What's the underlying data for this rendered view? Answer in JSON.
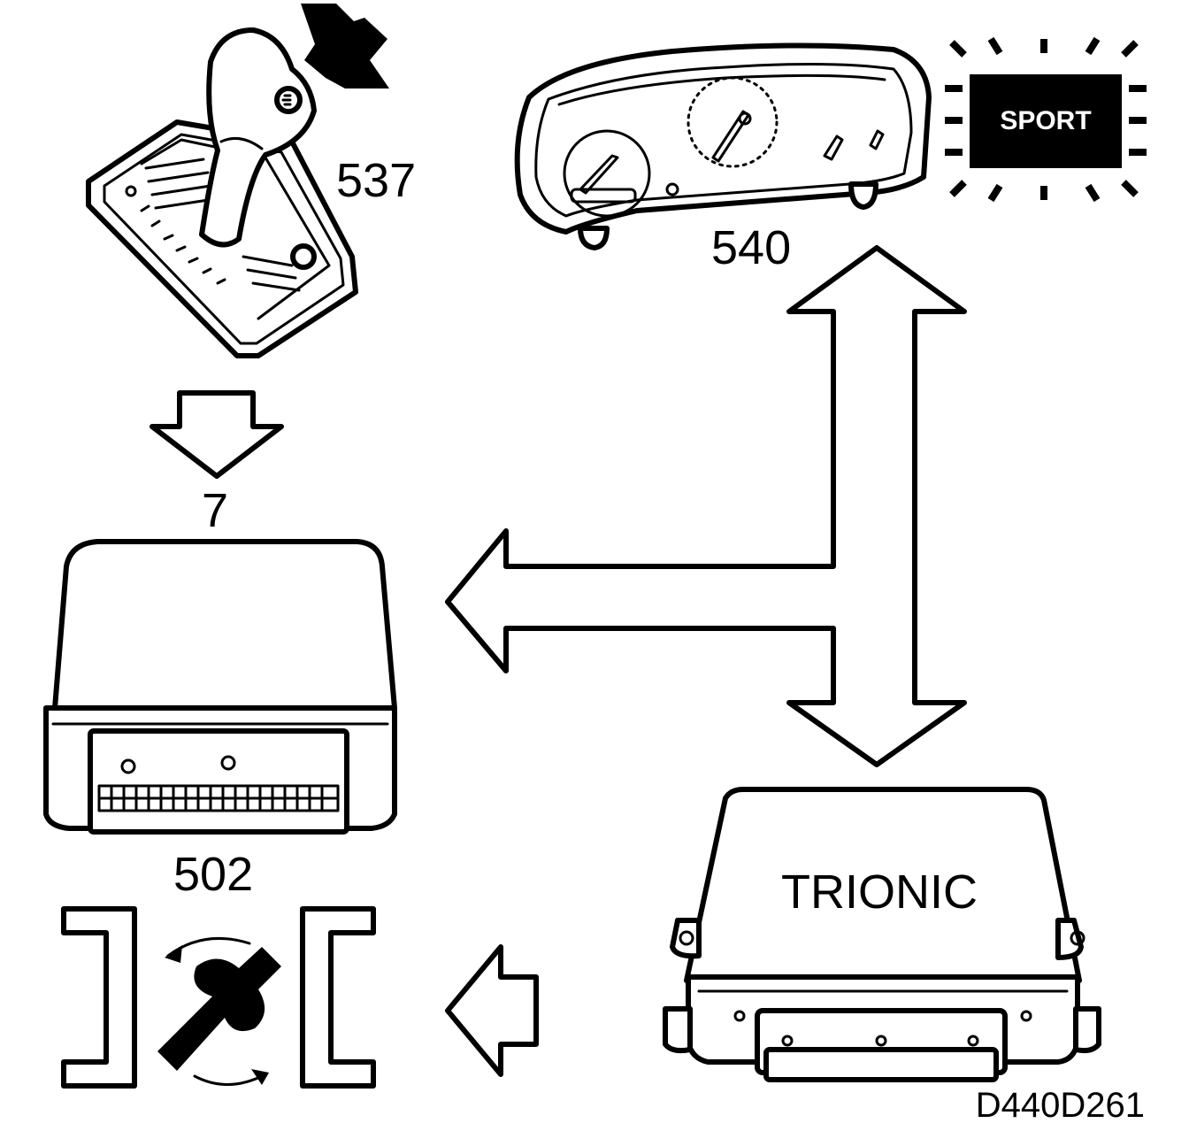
{
  "labels": {
    "gear_selector": "537",
    "instrument_cluster": "540",
    "signal_wire": "7",
    "tcm": "502",
    "ecm": "TRIONIC",
    "sport_lamp": "SPORT",
    "figure_code": "D440D261"
  },
  "colors": {
    "ink": "#000000",
    "paper": "#ffffff"
  }
}
